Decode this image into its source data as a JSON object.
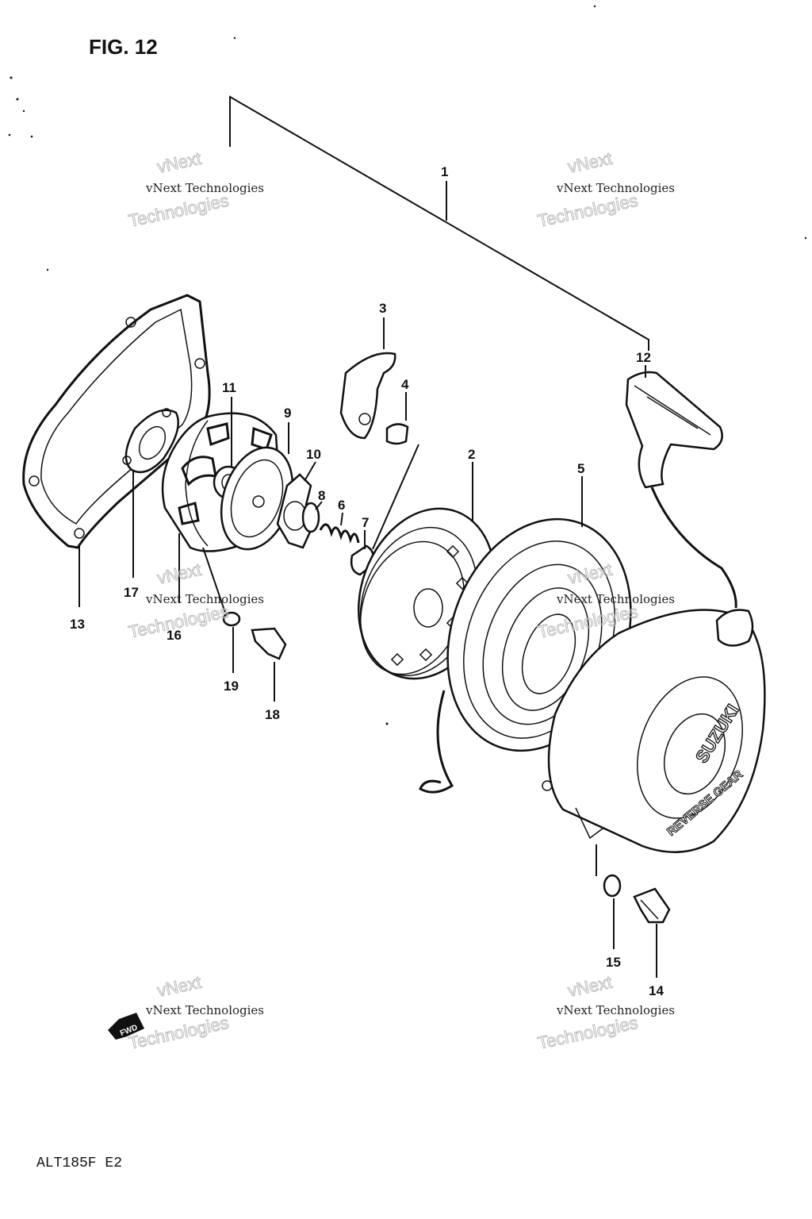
{
  "figure": {
    "title": "FIG. 12",
    "footer_code": "ALT185F E2"
  },
  "watermark": {
    "line1": "vNext Technologies",
    "line2": "vNext",
    "line3": "Technologies"
  },
  "emblem": {
    "brand": "SUZUKI",
    "subtitle": "REVERSE GEAR"
  },
  "arrow_label": "FWD",
  "parts": [
    {
      "id": "p1",
      "number": "1"
    },
    {
      "id": "p2",
      "number": "2"
    },
    {
      "id": "p3",
      "number": "3"
    },
    {
      "id": "p4",
      "number": "4"
    },
    {
      "id": "p5",
      "number": "5"
    },
    {
      "id": "p6",
      "number": "6"
    },
    {
      "id": "p7",
      "number": "7"
    },
    {
      "id": "p8",
      "number": "8"
    },
    {
      "id": "p9",
      "number": "9"
    },
    {
      "id": "p10",
      "number": "10"
    },
    {
      "id": "p11",
      "number": "11"
    },
    {
      "id": "p12",
      "number": "12"
    },
    {
      "id": "p13",
      "number": "13"
    },
    {
      "id": "p14",
      "number": "14"
    },
    {
      "id": "p15",
      "number": "15"
    },
    {
      "id": "p16",
      "number": "16"
    },
    {
      "id": "p17",
      "number": "17"
    },
    {
      "id": "p18",
      "number": "18"
    },
    {
      "id": "p19",
      "number": "19"
    }
  ]
}
